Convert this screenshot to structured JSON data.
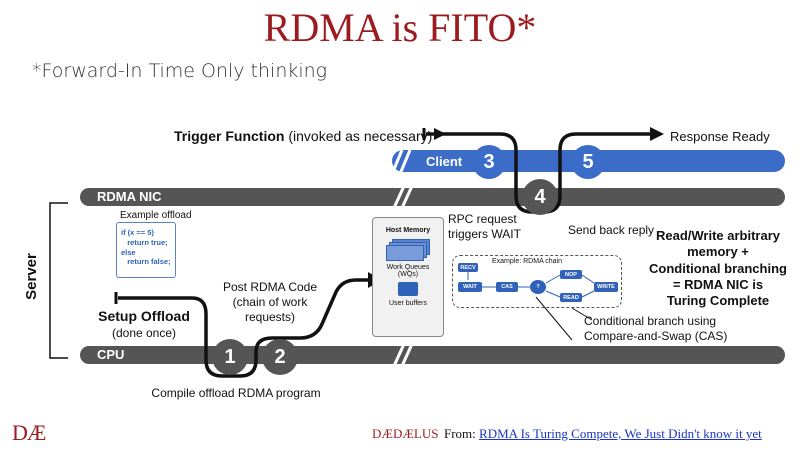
{
  "title": "RDMA is FITO*",
  "subtitle": "*Forward-In Time Only thinking",
  "trigger": {
    "bold": "Trigger Function",
    "normal": " (invoked as necessary)"
  },
  "response_ready": "Response Ready",
  "client": {
    "label": "Client"
  },
  "rdma_nic": {
    "label": "RDMA NIC"
  },
  "cpu": {
    "label": "CPU"
  },
  "server": {
    "label": "Server"
  },
  "steps": [
    "1",
    "2",
    "3",
    "4",
    "5"
  ],
  "example_offload": {
    "heading": "Example offload",
    "code": "if (x == 5)\n   return true;\nelse\n   return false;"
  },
  "setup_offload": {
    "bold": "Setup Offload",
    "normal": "(done once)"
  },
  "post_rdma_code": "Post RDMA Code\n(chain of work\nrequests)",
  "compile": "Compile offload RDMA program",
  "host_memory": {
    "heading": "Host Memory",
    "work_queues": "Work Queues\n(WQs)",
    "user_buffers": "User buffers"
  },
  "rpc_request": "RPC request\ntriggers WAIT",
  "send_back_reply": "Send back reply",
  "chain": {
    "label": "Example: RDMA chain",
    "nodes": {
      "recv": "RECV",
      "wait": "WAIT",
      "cas": "CAS",
      "branch": "?",
      "nop": "NOP",
      "read": "READ",
      "write": "WRITE"
    }
  },
  "conditional_branch": "Conditional branch using\nCompare-and-Swap (CAS)",
  "conclusion": "Read/Write arbitrary\nmemory +\nConditional branching\n= RDMA NIC is\nTuring Complete",
  "footer": {
    "logo": "DÆ",
    "brand": "DÆDÆLUS",
    "from": "From: ",
    "link": "RDMA Is Turing Compete, We Just Didn't know it yet"
  },
  "colors": {
    "title": "#9b1b1e",
    "client_bar": "#3a6cc8",
    "gray_bar": "#555555",
    "circle_dark": "#555555",
    "node_blue": "#2f62b8"
  }
}
